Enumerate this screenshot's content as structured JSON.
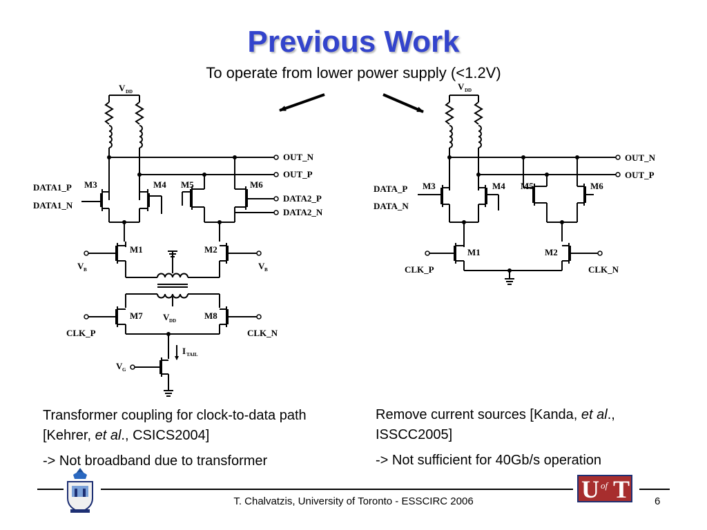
{
  "slide": {
    "title": "Previous Work",
    "subtitle": "To operate from lower power supply (<1.2V)"
  },
  "left_circuit": {
    "vdd": "V",
    "vdd_sub": "DD",
    "out_n": "OUT_N",
    "out_p": "OUT_P",
    "data1_p": "DATA1_P",
    "data1_n": "DATA1_N",
    "data2_p": "DATA2_P",
    "data2_n": "DATA2_N",
    "m1": "M1",
    "m2": "M2",
    "m3": "M3",
    "m4": "M4",
    "m5": "M5",
    "m6": "M6",
    "m7": "M7",
    "m8": "M8",
    "vb": "V",
    "vb_sub": "B",
    "vdd_center": "V",
    "vdd_center_sub": "DD",
    "clk_p": "CLK_P",
    "clk_n": "CLK_N",
    "itail": "I",
    "itail_sub": "TAIL",
    "vg": "V",
    "vg_sub": "G"
  },
  "right_circuit": {
    "vdd": "V",
    "vdd_sub": "DD",
    "out_n": "OUT_N",
    "out_p": "OUT_P",
    "data_p": "DATA_P",
    "data_n": "DATA_N",
    "m1": "M1",
    "m2": "M2",
    "m3": "M3",
    "m4": "M4",
    "m5": "M5",
    "m6": "M6",
    "clk_p": "CLK_P",
    "clk_n": "CLK_N"
  },
  "captions": {
    "left_line1_a": "Transformer coupling for clock-to-data path [Kehrer, ",
    "left_line1_em": "et al",
    "left_line1_b": "., CSICS2004]",
    "left_line2": "-> Not broadband due to transformer",
    "right_line1_a": "Remove current sources [Kanda, ",
    "right_line1_em": "et al",
    "right_line1_b": "., ISSCC2005]",
    "right_line2": "-> Not sufficient for 40Gb/s operation"
  },
  "footer": {
    "text": "T. Chalvatzis, University of Toronto - ESSCIRC 2006",
    "page_number": "6"
  },
  "logos": {
    "left": "university-crest",
    "right": "uoft-logo",
    "uoft_u": "U",
    "uoft_of": "of",
    "uoft_t": "T",
    "uoft_red": "#a72e2e",
    "uoft_blue": "#1d2f73"
  },
  "colors": {
    "title": "#3344cc"
  }
}
